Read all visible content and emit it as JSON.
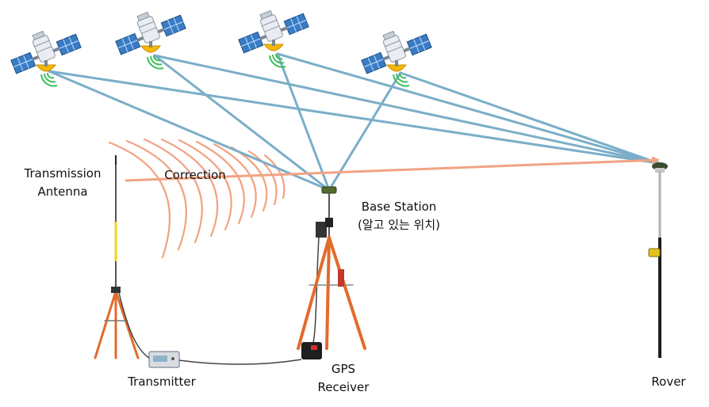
{
  "labels": {
    "transmission_antenna_line1": "Transmission",
    "transmission_antenna_line2": "Antenna",
    "correction": "Correction",
    "base_station": "Base Station",
    "base_station_note": "(알고 있는 위치)",
    "transmitter": "Transmitter",
    "gps_receiver_line1": "GPS",
    "gps_receiver_line2": "Receiver",
    "rover": "Rover"
  },
  "colors": {
    "signal_line": "#7aaec8",
    "correction_arrow": "#f2a383",
    "radio_wave": "#f2a383",
    "satellite_panel": "#3a7cc4",
    "satellite_dish": "#f5b800",
    "signal_icon": "#3fbf5a",
    "tripod_orange": "#e36b2b",
    "pole_yellow": "#f2d21c"
  },
  "icons": [
    "satellite-icon",
    "wifi-signal-icon",
    "tripod-icon",
    "transmitter-box-icon",
    "gps-receiver-icon",
    "rover-pole-icon"
  ]
}
